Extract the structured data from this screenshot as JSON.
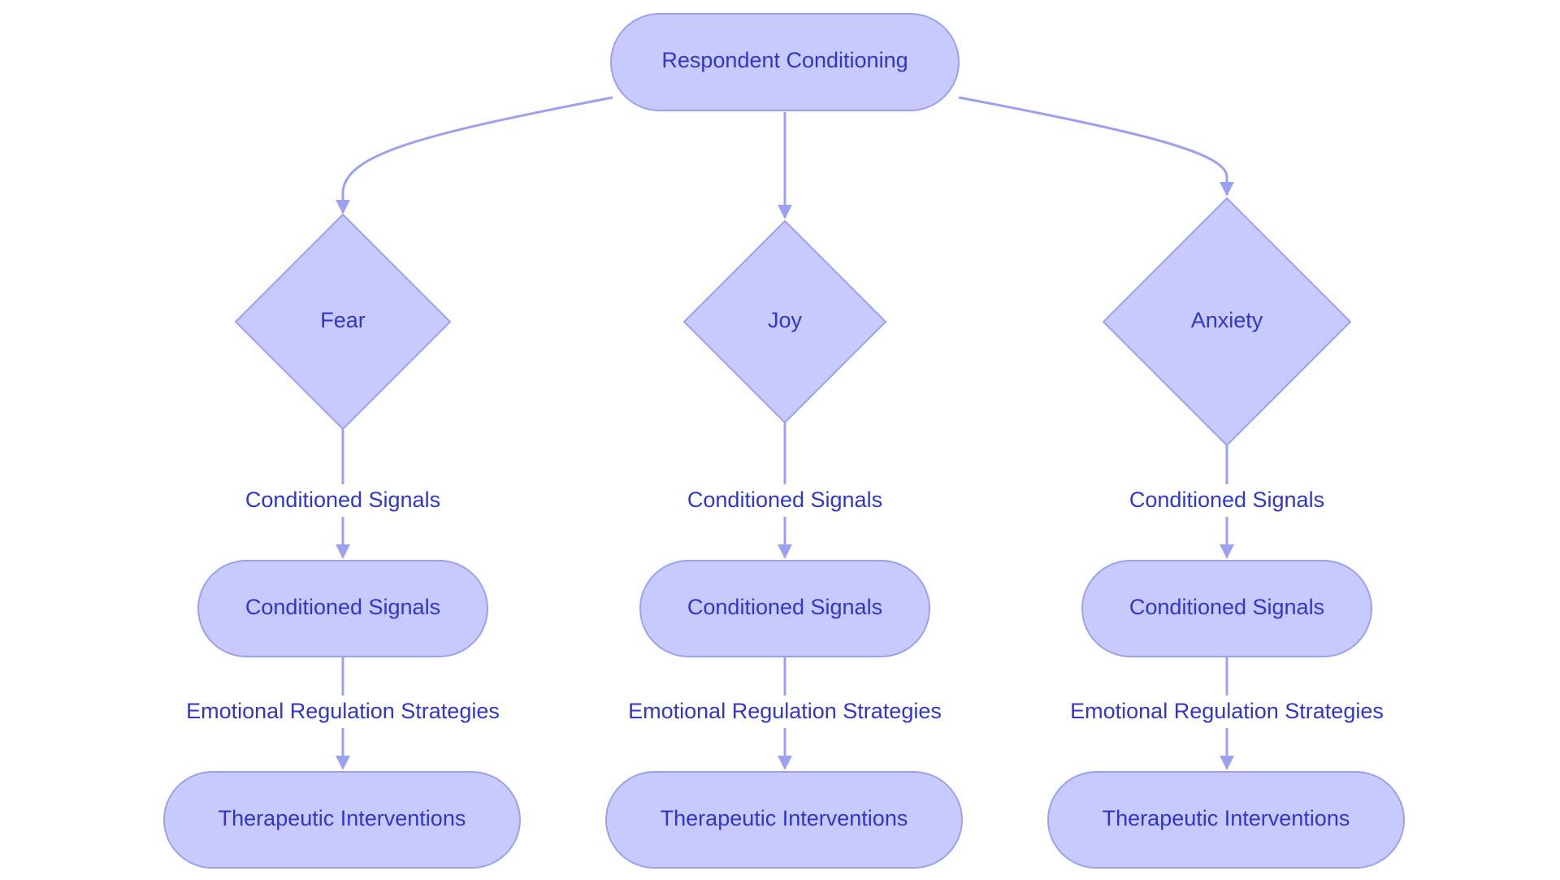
{
  "diagram": {
    "root": {
      "label": "Respondent Conditioning"
    },
    "branches": [
      {
        "emotion": "Fear",
        "edge_label_1": "Conditioned Signals",
        "signals_label": "Conditioned Signals",
        "edge_label_2": "Emotional Regulation Strategies",
        "intervention_label": "Therapeutic Interventions"
      },
      {
        "emotion": "Joy",
        "edge_label_1": "Conditioned Signals",
        "signals_label": "Conditioned Signals",
        "edge_label_2": "Emotional Regulation Strategies",
        "intervention_label": "Therapeutic Interventions"
      },
      {
        "emotion": "Anxiety",
        "edge_label_1": "Conditioned Signals",
        "signals_label": "Conditioned Signals",
        "edge_label_2": "Emotional Regulation Strategies",
        "intervention_label": "Therapeutic Interventions"
      }
    ]
  },
  "colors": {
    "node_fill": "#c8cafd",
    "node_stroke": "#9ba1f1",
    "edge": "#9ba1f1",
    "text": "#2f36c9",
    "background": "#ffffff"
  }
}
